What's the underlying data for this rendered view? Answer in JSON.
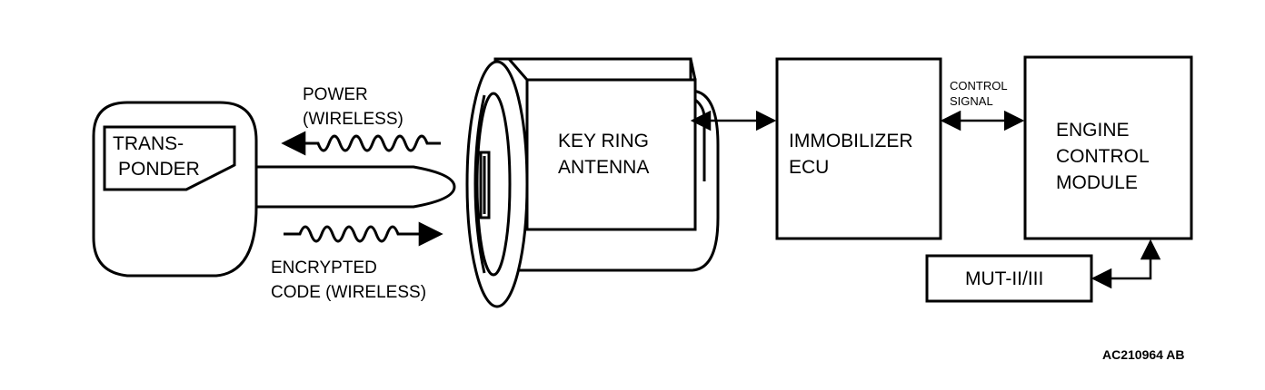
{
  "labels": {
    "transponder_line1": "TRANS-",
    "transponder_line2": "PONDER",
    "power_line1": "POWER",
    "power_line2": "(WIRELESS)",
    "encrypted_line1": "ENCRYPTED",
    "encrypted_line2": "CODE (WIRELESS)",
    "antenna_line1": "KEY RING",
    "antenna_line2": "ANTENNA",
    "immobilizer_line1": "IMMOBILIZER",
    "immobilizer_line2": "ECU",
    "control_line1": "CONTROL",
    "control_line2": "SIGNAL",
    "ecm_line1": "ENGINE",
    "ecm_line2": "CONTROL",
    "ecm_line3": "MODULE",
    "mut": "MUT-II/III"
  },
  "figure_ref": "AC210964 AB",
  "colors": {
    "line": "#000000",
    "background": "#ffffff"
  }
}
